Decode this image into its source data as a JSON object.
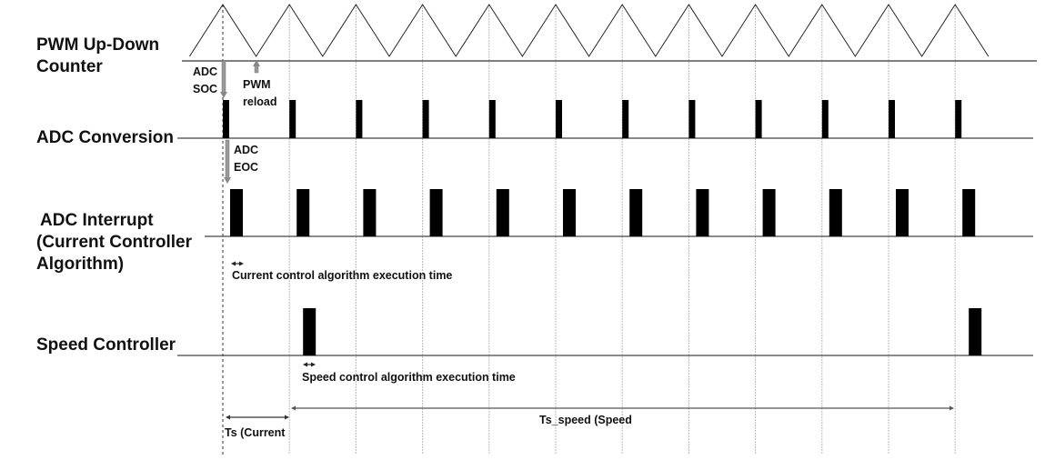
{
  "rows": {
    "pwm_counter": [
      "PWM Up-Down",
      "Counter"
    ],
    "adc_conversion": "ADC Conversion",
    "adc_interrupt": [
      "ADC Interrupt",
      " (Current Controller",
      "Algorithm)"
    ],
    "speed_controller": "Speed Controller"
  },
  "annotations": {
    "adc_soc": [
      "ADC",
      "SOC"
    ],
    "pwm_reload": [
      "PWM",
      "reload"
    ],
    "adc_eoc": [
      "ADC",
      "EOC"
    ],
    "current_exec": "Current control algorithm execution time",
    "speed_exec": "Speed control algorithm execution time",
    "ts_current": "Ts (Current",
    "ts_speed": "Ts_speed (Speed"
  },
  "timing": {
    "pwm_periods": 12,
    "adc_pulses": 12,
    "interrupt_pulses": 12,
    "speed_pulse_periods": [
      1,
      11
    ]
  }
}
